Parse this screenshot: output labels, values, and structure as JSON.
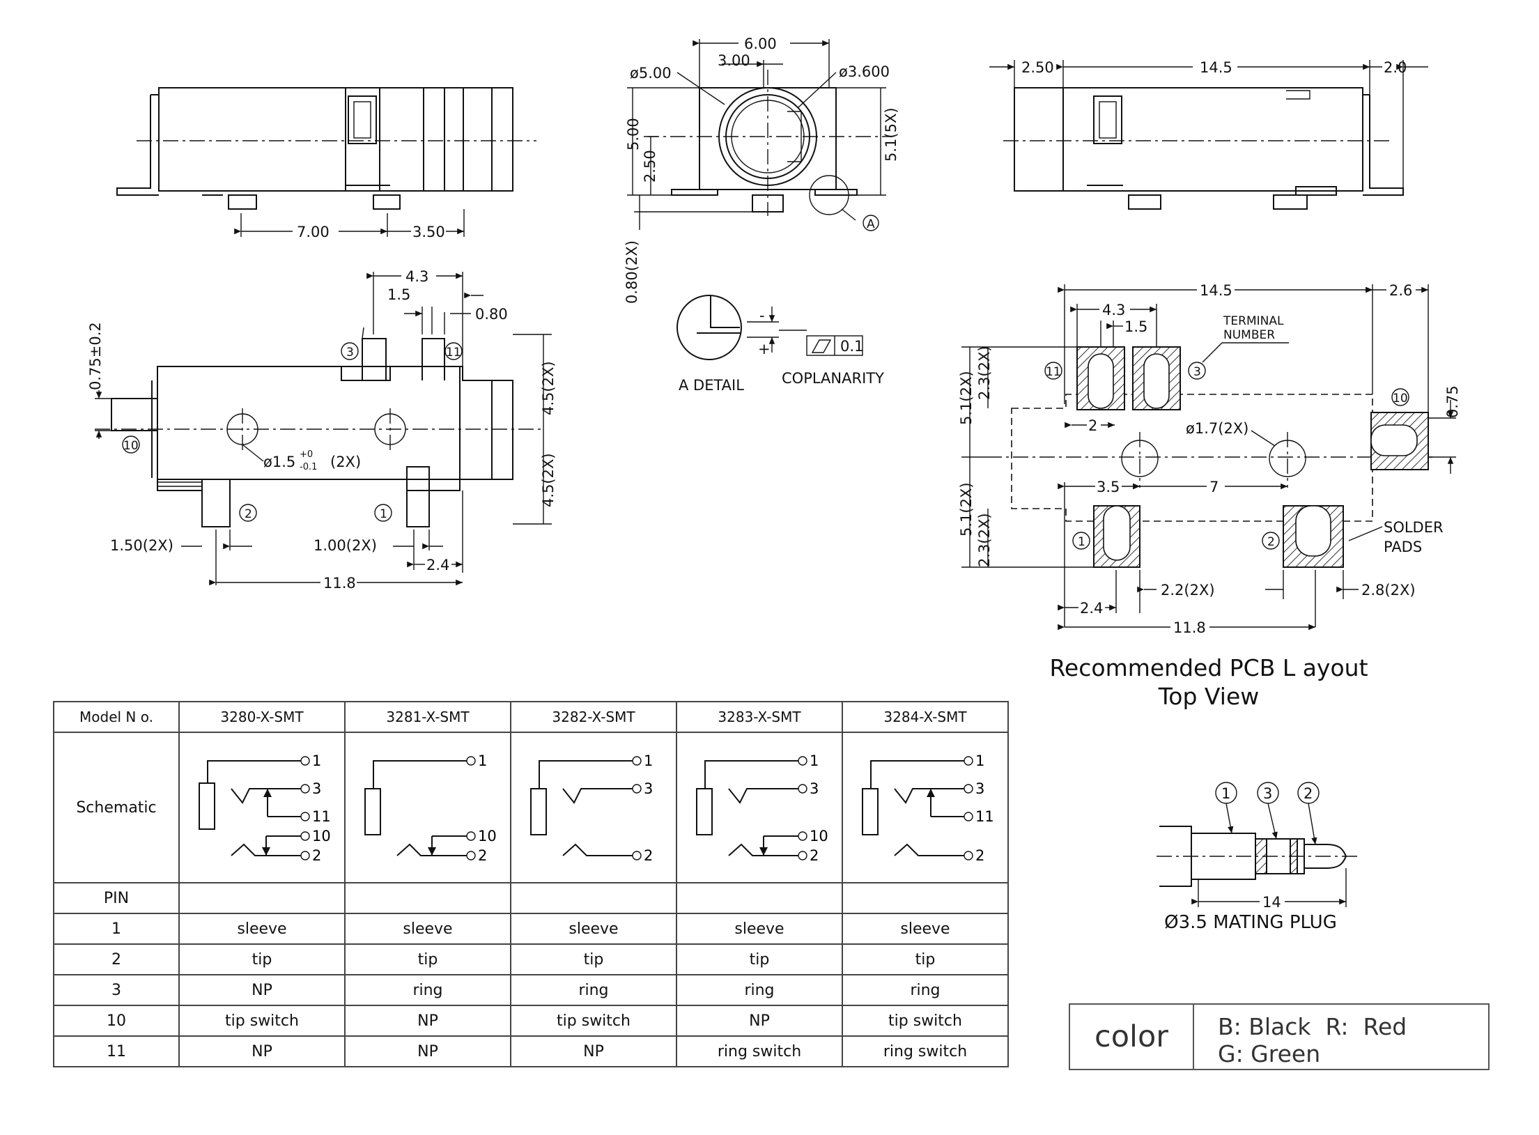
{
  "top_dims": {
    "w600": "6.00",
    "w300": "3.00",
    "d500": "ø5.00",
    "d3600": "ø3.600",
    "h500": "5.00",
    "h250": "2.50",
    "h51": "5.1(5X)",
    "callout_a": "A",
    "w250": "2.50",
    "w145": "14.5",
    "w20": "2.0",
    "w700": "7.00",
    "w350": "3.50",
    "v080": "0.80(2X)"
  },
  "side_dims": {
    "w43": "4.3",
    "w15": "1.5",
    "w080": "0.80",
    "v075": "0.75±0.2",
    "h45a": "4.5(2X)",
    "h45b": "4.5(2X)",
    "hole": "ø1.5",
    "hole_tol_up": "+0",
    "hole_tol_dn": "-0.1",
    "hole_count": "(2X)",
    "w150": "1.50(2X)",
    "w100": "1.00(2X)",
    "w24": "2.4",
    "w118": "11.8",
    "pin3": "3",
    "pin11": "11",
    "pin10": "10",
    "pin2": "2",
    "pin1": "1"
  },
  "detail": {
    "label": "A  DETAIL",
    "coplanarity": "COPLANARITY",
    "tol": "0.1",
    "minus": "-",
    "plus": "+"
  },
  "pcb_dims": {
    "w145": "14.5",
    "w26": "2.6",
    "w43": "4.3",
    "w15": "1.5",
    "terminal1": "TERMINAL",
    "terminal2": "NUMBER",
    "v23a": "2.3(2X)",
    "v51a": "5.1(2X)",
    "v51b": "5.1(2X)",
    "v23b": "2.3(2X)",
    "w2": "2",
    "d17": "ø1.7(2X)",
    "v075": "0.75",
    "w35": "3.5",
    "w7": "7",
    "w22": "2.2(2X)",
    "w24": "2.4",
    "w28": "2.8(2X)",
    "w118": "11.8",
    "solder1": "SOLDER",
    "solder2": "PADS",
    "pin11": "11",
    "pin3": "3",
    "pin10": "10",
    "pin1": "1",
    "pin2": "2"
  },
  "pcb_title": {
    "line1": "Recommended PCB L ayout",
    "line2": "Top View"
  },
  "table": {
    "model_label": "Model N o.",
    "models": [
      "3280-X-SMT",
      "3281-X-SMT",
      "3282-X-SMT",
      "3283-X-SMT",
      "3284-X-SMT"
    ],
    "schematic_label": "Schematic",
    "pin_label": "PIN",
    "rows": [
      {
        "pin": "1",
        "values": [
          "sleeve",
          "sleeve",
          "sleeve",
          "sleeve",
          "sleeve"
        ]
      },
      {
        "pin": "2",
        "values": [
          "tip",
          "tip",
          "tip",
          "tip",
          "tip"
        ]
      },
      {
        "pin": "3",
        "values": [
          "NP",
          "ring",
          "ring",
          "ring",
          "ring"
        ]
      },
      {
        "pin": "10",
        "values": [
          "tip switch",
          "NP",
          "tip switch",
          "NP",
          "tip switch"
        ]
      },
      {
        "pin": "11",
        "values": [
          "NP",
          "NP",
          "NP",
          "ring switch",
          "ring switch"
        ]
      }
    ],
    "schematics": [
      {
        "p1": "1",
        "p3": "3",
        "p11": "11",
        "p10": "10",
        "p2": "2"
      },
      {
        "p1": "1",
        "p10": "10",
        "p2": "2"
      },
      {
        "p1": "1",
        "p3": "3",
        "p2": "2"
      },
      {
        "p1": "1",
        "p3": "3",
        "p10": "10",
        "p2": "2"
      },
      {
        "p1": "1",
        "p3": "3",
        "p11": "11",
        "p2": "2"
      }
    ]
  },
  "plug": {
    "n1": "1",
    "n3": "3",
    "n2": "2",
    "len": "14",
    "label": "Ø3.5 MATING PLUG"
  },
  "color": {
    "label": "color",
    "line1": "B: Black  R:  Red",
    "line2": "G: Green"
  }
}
